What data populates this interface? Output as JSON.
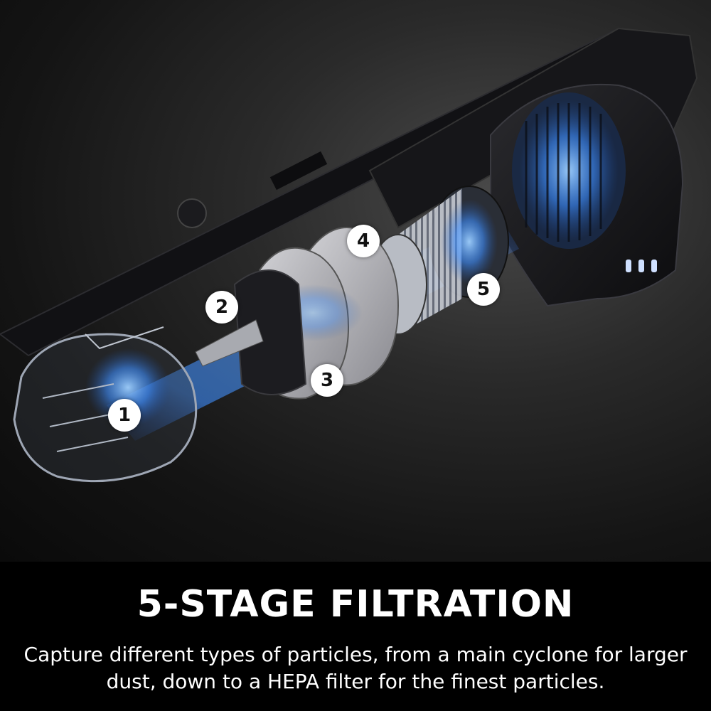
{
  "callouts": [
    "1",
    "2",
    "3",
    "4",
    "5"
  ],
  "headline": "5-STAGE FILTRATION",
  "description": "Capture different types of particles, from a main cyclone for larger dust, down to a HEPA filter for the finest particles.",
  "colors": {
    "background": "#000000",
    "glow": "#3f8fff",
    "text": "#ffffff"
  }
}
